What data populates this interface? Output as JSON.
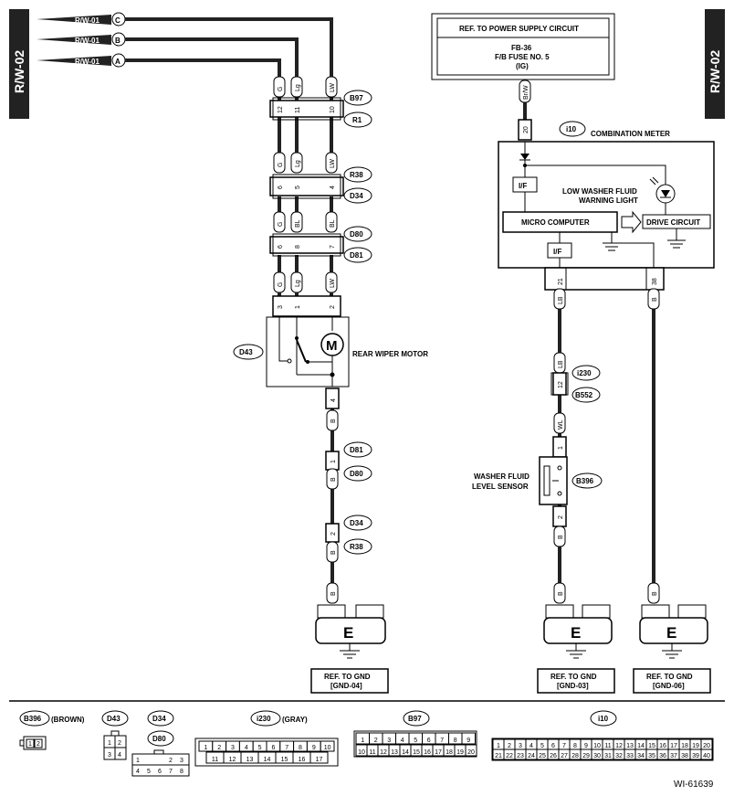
{
  "page": {
    "tag_left": "R/W-02",
    "tag_right": "R/W-02",
    "figure_id": "WI-61639"
  },
  "left_circuit": {
    "inputs": [
      {
        "label": "R/W-01",
        "letter": "C"
      },
      {
        "label": "R/W-01",
        "letter": "B"
      },
      {
        "label": "R/W-01",
        "letter": "A"
      }
    ],
    "wire_colors_top": [
      "G",
      "Lg",
      "LW"
    ],
    "conn1": {
      "pins": [
        "12",
        "11",
        "10"
      ],
      "ids": [
        "B97",
        "R1"
      ]
    },
    "colors_2": [
      "G",
      "Lg",
      "LW"
    ],
    "conn2": {
      "pins": [
        "6",
        "5",
        "4"
      ],
      "ids": [
        "R38",
        "D34"
      ]
    },
    "colors_3": [
      "G",
      "BL",
      "BL"
    ],
    "conn3": {
      "pins": [
        "6",
        "8",
        "7"
      ],
      "ids": [
        "D80",
        "D81"
      ]
    },
    "colors_4": [
      "G",
      "Lg",
      "LW"
    ],
    "conn4": {
      "pins": [
        "3",
        "1",
        "2"
      ]
    },
    "motor": {
      "id": "D43",
      "symbol": "M",
      "label": "REAR WIPER MOTOR",
      "out_pin": "4"
    },
    "lower": [
      {
        "color": "B",
        "pin": "1",
        "ids": [
          "D81",
          "D80"
        ]
      },
      {
        "color": "B",
        "pin": "2",
        "ids": [
          "D34",
          "R38"
        ]
      },
      {
        "color": "B"
      }
    ],
    "ground": {
      "letter": "E",
      "ref": [
        "REF. TO GND",
        "[GND-04]"
      ]
    }
  },
  "right_circuit": {
    "power": {
      "lines": [
        "REF. TO POWER SUPPLY CIRCUIT",
        "FB-36",
        "F/B FUSE NO. 5",
        "(IG)"
      ],
      "wire": "Br/W",
      "pin": "20"
    },
    "meter": {
      "id": "i10",
      "label": "COMBINATION METER",
      "iface_top": "I/F",
      "iface_bottom": "I/F",
      "micro": "MICRO COMPUTER",
      "drive": "DRIVE CIRCUIT",
      "warning": [
        "LOW WASHER FLUID",
        "WARNING LIGHT"
      ],
      "pins": [
        "21",
        "38"
      ]
    },
    "branch_lb": {
      "colors": [
        "LB",
        "LB",
        "WL",
        "B",
        "B"
      ],
      "pins": [
        "12",
        "1",
        "2"
      ],
      "ids": [
        "i230",
        "B552",
        "B396"
      ],
      "sensor": [
        "WASHER FLUID",
        "LEVEL SENSOR"
      ],
      "ground": {
        "letter": "E",
        "ref": [
          "REF. TO GND",
          "[GND-03]"
        ]
      }
    },
    "branch_b": {
      "colors": [
        "B",
        "B"
      ],
      "ground": {
        "letter": "E",
        "ref": [
          "REF. TO GND",
          "[GND-06]"
        ]
      }
    }
  },
  "connectors": [
    {
      "id": "B396",
      "note": "(BROWN)",
      "rows": [
        [
          "1",
          "2"
        ]
      ]
    },
    {
      "id": "D43",
      "note": "",
      "rows": [
        [
          "1",
          "2"
        ],
        [
          "3",
          "4"
        ]
      ]
    },
    {
      "id": "D34",
      "note": "",
      "rows": []
    },
    {
      "id": "D80",
      "note": "",
      "rows": [
        [
          "1",
          "",
          "2",
          "3"
        ],
        [
          "4",
          "5",
          "6",
          "7",
          "8"
        ]
      ]
    },
    {
      "id": "i230",
      "note": "(GRAY)",
      "rows": [
        [
          "1",
          "2",
          "3",
          "4",
          "5",
          "6",
          "7",
          "8",
          "9",
          "10"
        ],
        [
          "11",
          "12",
          "13",
          "14",
          "15",
          "16",
          "17"
        ]
      ]
    },
    {
      "id": "B97",
      "note": "",
      "rows": [
        [
          "1",
          "2",
          "3",
          "4",
          "5",
          "6",
          "7",
          "8",
          "9"
        ],
        [
          "10",
          "11",
          "12",
          "13",
          "14",
          "15",
          "16",
          "17",
          "18",
          "19",
          "20"
        ]
      ]
    },
    {
      "id": "i10",
      "note": "",
      "rows": [
        [
          "1",
          "2",
          "3",
          "4",
          "5",
          "6",
          "7",
          "8",
          "9",
          "10",
          "11",
          "12",
          "13",
          "14",
          "15",
          "16",
          "17",
          "18",
          "19",
          "20"
        ],
        [
          "21",
          "22",
          "23",
          "24",
          "25",
          "26",
          "27",
          "28",
          "29",
          "30",
          "31",
          "32",
          "33",
          "34",
          "35",
          "36",
          "37",
          "38",
          "39",
          "40"
        ]
      ]
    }
  ]
}
